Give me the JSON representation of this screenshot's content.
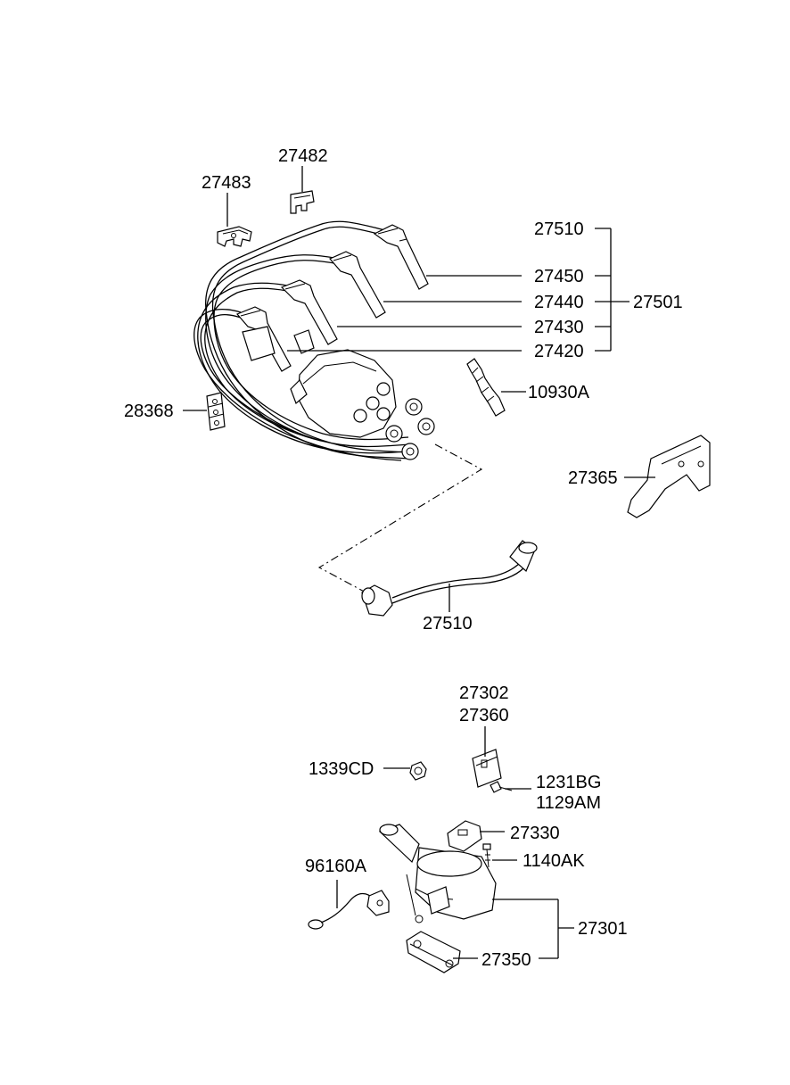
{
  "labels": {
    "p27482": "27482",
    "p27483": "27483",
    "p27510_top": "27510",
    "p27450": "27450",
    "p27440": "27440",
    "p27501": "27501",
    "p27430": "27430",
    "p27420": "27420",
    "p10930A": "10930A",
    "p28368": "28368",
    "p27365": "27365",
    "p27510_bottom": "27510",
    "p27302": "27302",
    "p27360": "27360",
    "p1339CD": "1339CD",
    "p1231BG": "1231BG",
    "p1129AM": "1129AM",
    "p27330": "27330",
    "p1140AK": "1140AK",
    "p96160A": "96160A",
    "p27301": "27301",
    "p27350": "27350"
  }
}
